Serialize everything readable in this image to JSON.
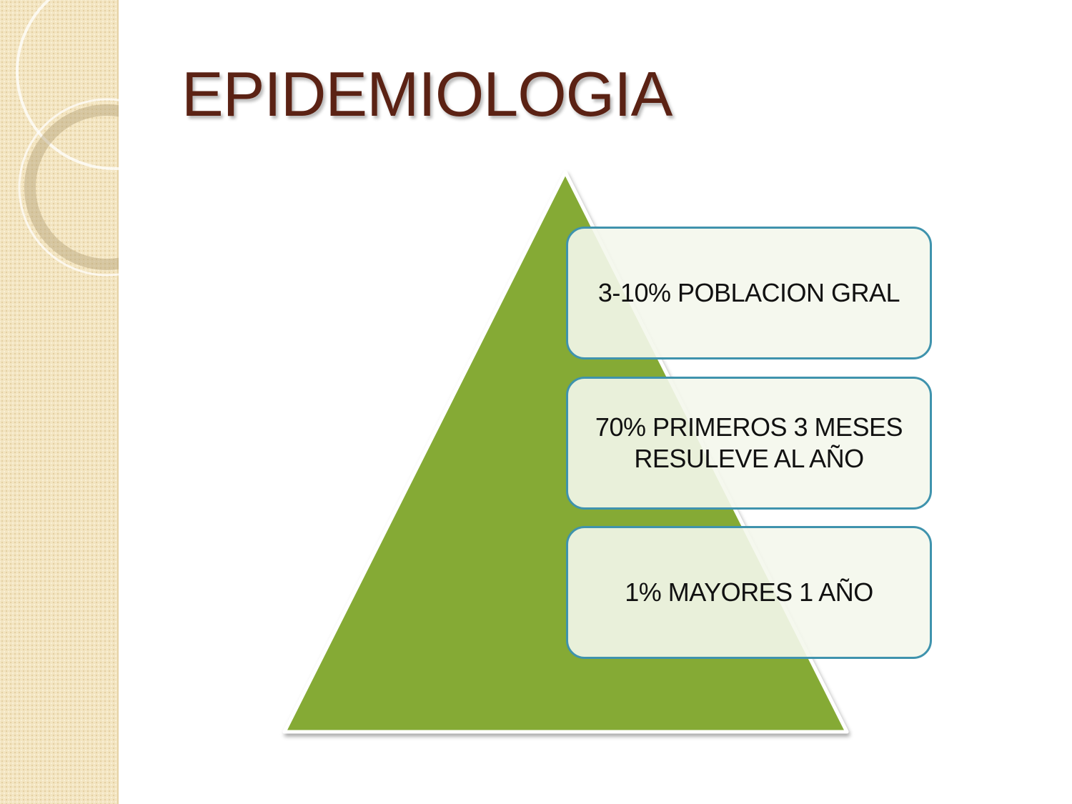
{
  "slide": {
    "title": "EPIDEMIOLOGIA",
    "levels": [
      {
        "label": "3-10% POBLACION GRAL"
      },
      {
        "label": "70% PRIMEROS 3 MESES RESULEVE AL AÑO"
      },
      {
        "label": "1% MAYORES 1 AÑO"
      }
    ]
  },
  "colors": {
    "title": "#5b2214",
    "pyramid_fill": "#85aa36",
    "box_border": "#3f93ad",
    "side_panel": "#f3e5c2"
  }
}
